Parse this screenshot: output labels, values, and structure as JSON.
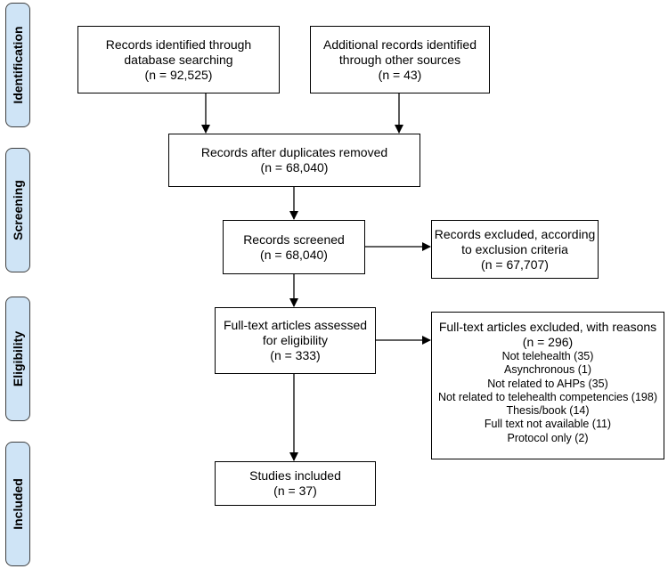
{
  "phases": {
    "identification": "Identification",
    "screening": "Screening",
    "eligibility": "Eligibility",
    "included": "Included"
  },
  "boxes": {
    "database_records": [
      "Records identified through",
      "database searching",
      "(n =  92,525)"
    ],
    "other_sources": [
      "Additional records identified",
      "through other sources",
      "(n =  43)"
    ],
    "after_duplicates": [
      "Records after duplicates removed",
      "(n = 68,040)"
    ],
    "screened": [
      "Records screened",
      "(n = 68,040)"
    ],
    "excluded_screening": [
      "Records excluded, according",
      "to exclusion criteria",
      "(n =  67,707)"
    ],
    "fulltext_assessed": [
      "Full-text articles assessed",
      "for eligibility",
      "(n =  333)"
    ],
    "fulltext_excluded": {
      "heading": "Full-text articles excluded, with reasons",
      "count": "(n =  296)",
      "reasons": [
        "Not telehealth (35)",
        "Asynchronous (1)",
        "Not related to AHPs (35)",
        "Not related to telehealth competencies (198)",
        "Thesis/book (14)",
        "Full text not available (11)",
        "Protocol only (2)"
      ]
    },
    "studies_included": [
      "Studies included",
      "(n = 37)"
    ]
  },
  "colors": {
    "phase_fill": "#cfe4f6",
    "phase_border": "#3f3f3f",
    "box_border": "#000000"
  }
}
